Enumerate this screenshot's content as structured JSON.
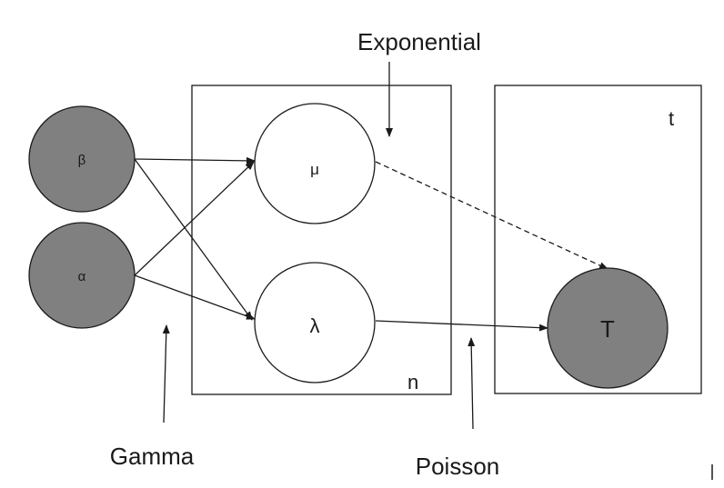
{
  "nodes": {
    "beta": {
      "label": "β",
      "observed": true
    },
    "alpha": {
      "label": "α",
      "observed": true
    },
    "mu": {
      "label": "μ",
      "observed": false
    },
    "lambda": {
      "label": "λ",
      "observed": false
    },
    "T": {
      "label": "T",
      "observed": true
    }
  },
  "plates": {
    "n": {
      "label": "n"
    },
    "t": {
      "label": "t"
    }
  },
  "annotations": {
    "exponential": "Exponential",
    "gamma": "Gamma",
    "poisson": "Poisson"
  },
  "edges": [
    {
      "from": "beta",
      "to": "mu",
      "style": "solid"
    },
    {
      "from": "beta",
      "to": "lambda",
      "style": "solid"
    },
    {
      "from": "alpha",
      "to": "mu",
      "style": "solid"
    },
    {
      "from": "alpha",
      "to": "lambda",
      "style": "solid"
    },
    {
      "from": "mu",
      "to": "T",
      "style": "dashed"
    },
    {
      "from": "lambda",
      "to": "T",
      "style": "solid"
    }
  ],
  "colors": {
    "observed_fill": "#808080",
    "latent_fill": "#ffffff",
    "stroke": "#1a1a1a"
  }
}
